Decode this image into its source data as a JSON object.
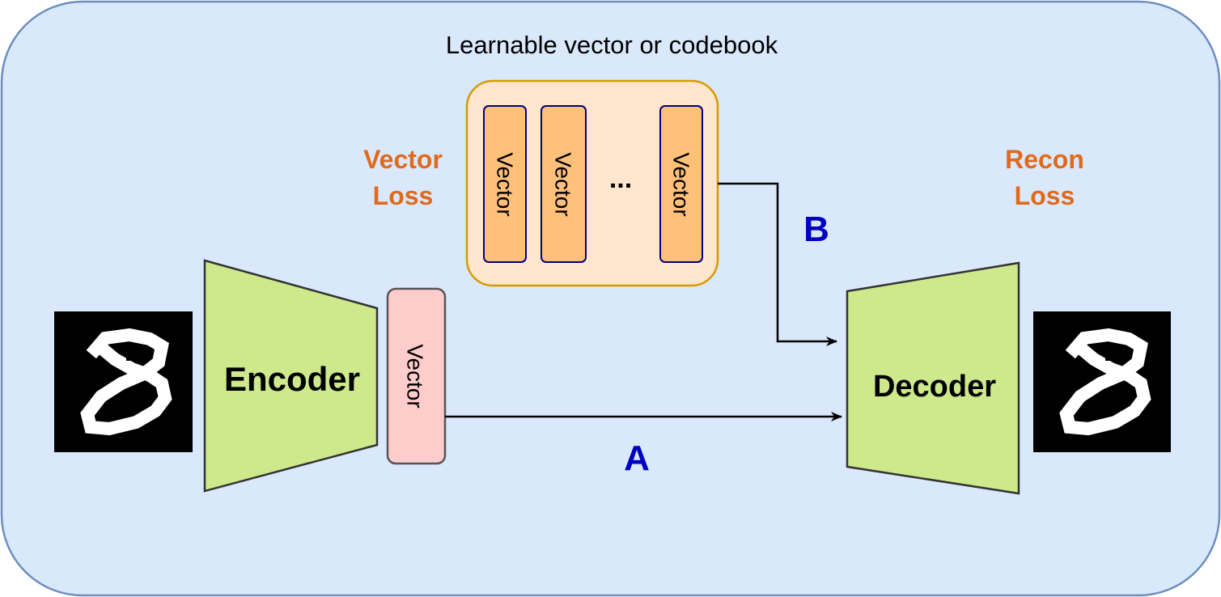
{
  "codebook": {
    "title": "Learnable vector or codebook",
    "vectors": [
      "Vector",
      "Vector",
      "Vector"
    ],
    "ellipsis": "..."
  },
  "losses": {
    "vector_loss": [
      "Vector",
      "Loss"
    ],
    "recon_loss": [
      "Recon",
      "Loss"
    ]
  },
  "encoder": {
    "label": "Encoder"
  },
  "decoder": {
    "label": "Decoder"
  },
  "latent": {
    "label": "Vector"
  },
  "paths": {
    "a": "A",
    "b": "B"
  },
  "input_image": {
    "content": "handwritten digit 8"
  },
  "output_image": {
    "content": "handwritten digit 8"
  },
  "colors": {
    "background": "#dae8fc",
    "background_border": "#6c8ebf",
    "codebook_fill": "#ffe6cc",
    "codebook_border": "#d79b00",
    "vector_fill": "#ffc07a",
    "vector_border": "#000080",
    "latent_fill": "#ffcccc",
    "latent_border": "#555555",
    "network_fill": "#cde98b",
    "network_border": "#333333",
    "loss_text": "#e06a1b",
    "path_label": "#0000c0"
  }
}
